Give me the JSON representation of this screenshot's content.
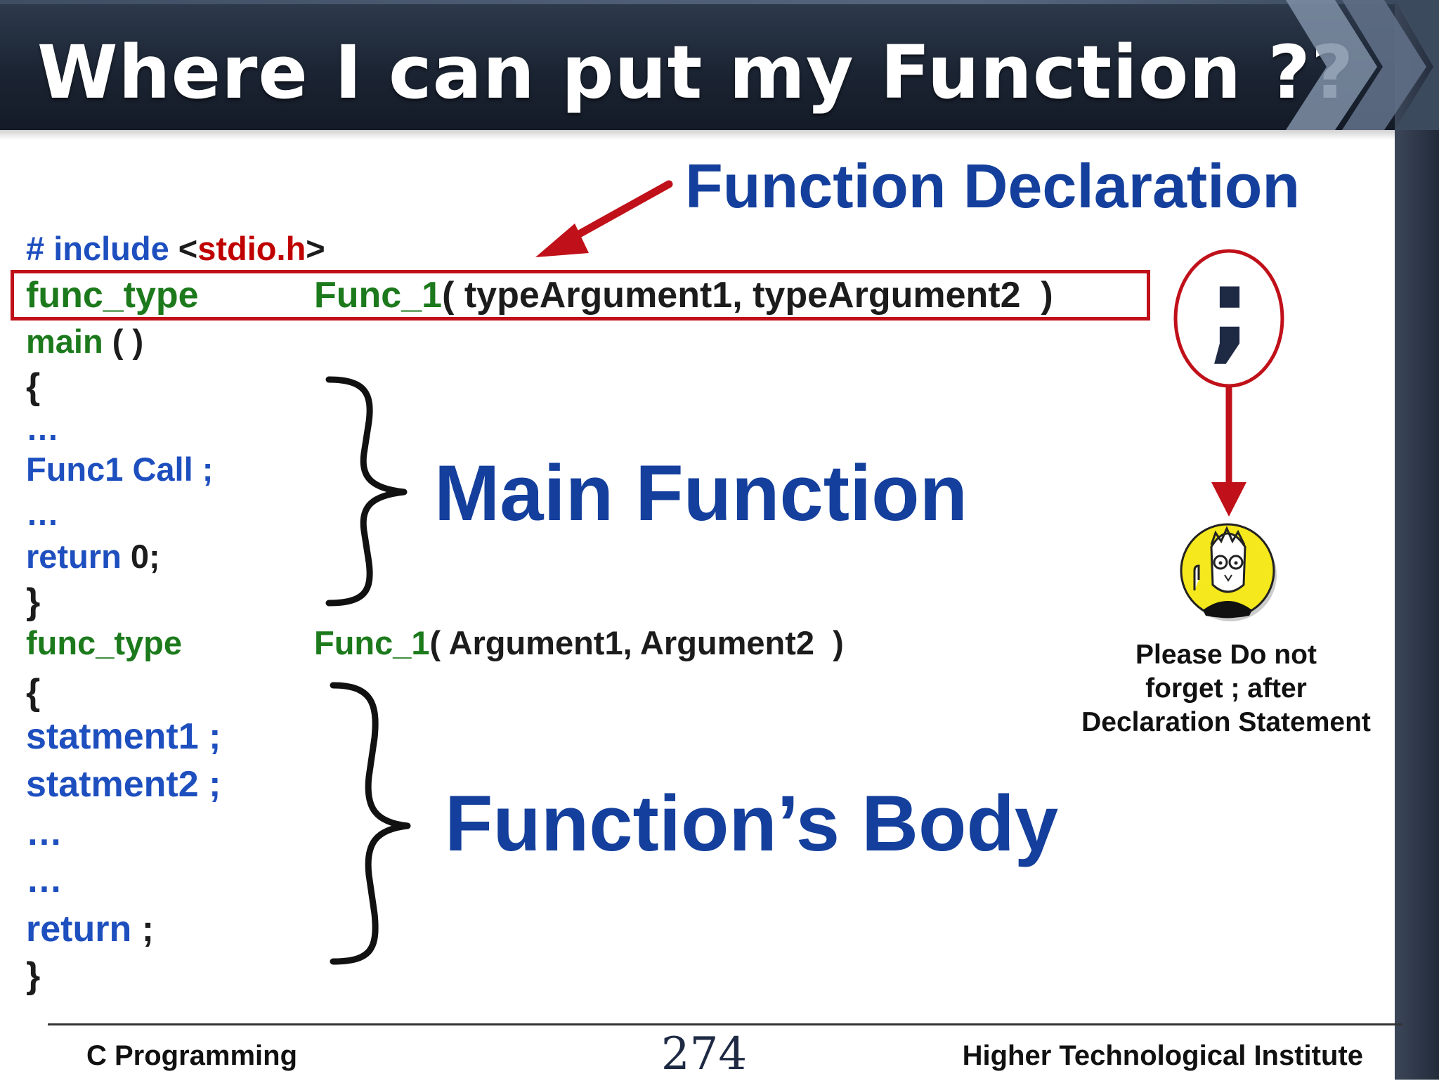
{
  "slide": {
    "title": "Where I can put my Function ??"
  },
  "code": {
    "include_hash": "# include",
    "include_lt": "<",
    "include_header": "stdio.h",
    "include_gt": ">",
    "decl_type": "func_type",
    "decl_name": "Func_1",
    "decl_args": "( typeArgument1, typeArgument2  )",
    "main_name": "main",
    "main_parens": " ( )",
    "open_brace_1": "{",
    "ellipsis_1": "…",
    "func_call": "Func1 Call ;",
    "ellipsis_2": "…",
    "return_kw": "return",
    "return_val": " 0;",
    "close_brace_1": "}",
    "def_type": "func_type",
    "def_name": "Func_1",
    "def_args": "( Argument1, Argument2  )",
    "open_brace_2": "{",
    "statement_1": "statment1 ;",
    "statement_2": "statment2 ;",
    "ellipsis_3": "…",
    "ellipsis_4": "…",
    "return_kw_2": "return",
    "return_semicolon": " ;",
    "close_brace_2": "}"
  },
  "labels": {
    "function_declaration": "Function Declaration",
    "main_function": "Main Function",
    "function_body": "Function’s Body",
    "semicolon": ";"
  },
  "note": {
    "line1": "Please Do not",
    "line2": "forget ; after",
    "line3": "Declaration Statement"
  },
  "footer": {
    "left": "C Programming",
    "page_number": "274",
    "right": "Higher Technological Institute"
  },
  "colors": {
    "title_bar": "#1b2433",
    "keyword_blue": "#1e4fbf",
    "type_green": "#1c7a1c",
    "accent_red": "#c01019",
    "heading_navy": "#143f9c"
  }
}
